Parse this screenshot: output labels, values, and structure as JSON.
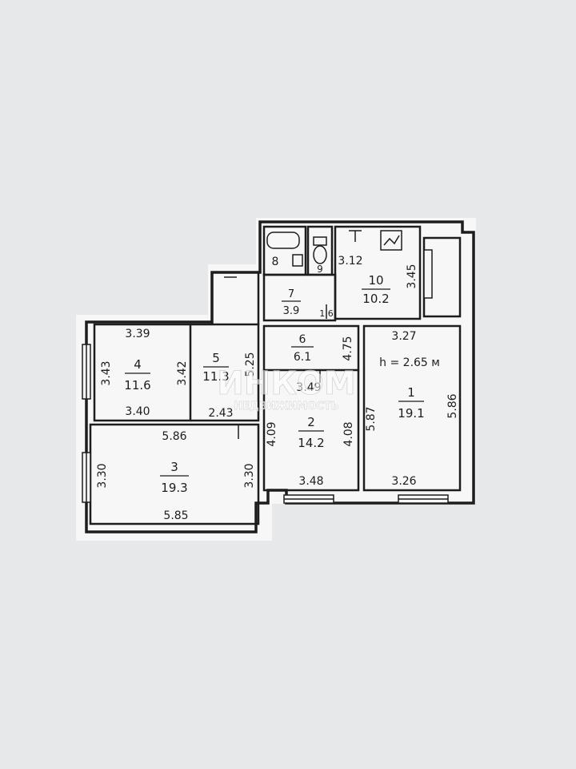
{
  "plan": {
    "ceiling_height": "h = 2.65 м",
    "rooms": [
      {
        "number": "1",
        "area": "19.1"
      },
      {
        "number": "2",
        "area": "14.2"
      },
      {
        "number": "3",
        "area": "19.3"
      },
      {
        "number": "4",
        "area": "11.6"
      },
      {
        "number": "5",
        "area": "11.3"
      },
      {
        "number": "6",
        "area": "6.1"
      },
      {
        "number": "7",
        "area": "3.9"
      },
      {
        "number": "8",
        "area": ""
      },
      {
        "number": "9",
        "area": ""
      },
      {
        "number": "10",
        "area": "10.2"
      }
    ],
    "dimensions": {
      "r4_top": "3.39",
      "r4_left": "3.43",
      "r4_right": "3.42",
      "r4_bottom": "3.40",
      "r5_right": "5.25",
      "r5_bottom": "2.43",
      "r3_top": "5.86",
      "r3_left": "3.30",
      "r3_right": "3.30",
      "r3_bottom": "5.85",
      "r6_right": "4.75",
      "r6_bottom": "3.49",
      "r2_left": "4.09",
      "r2_right": "4.08",
      "r2_bottom": "3.48",
      "r1_top": "3.27",
      "r1_left": "5.87",
      "r1_right": "5.86",
      "r1_bottom": "3.26",
      "r10_top": "3.12",
      "r10_right": "3.45",
      "r7_dim": "1.6"
    }
  },
  "watermark": {
    "brand": "ИНКОМ",
    "subtitle": "НЕДВИЖИМОСТЬ"
  },
  "colors": {
    "background": "#e6e8ea",
    "paper": "#f7f7f7",
    "ink": "#1d1d1d"
  }
}
